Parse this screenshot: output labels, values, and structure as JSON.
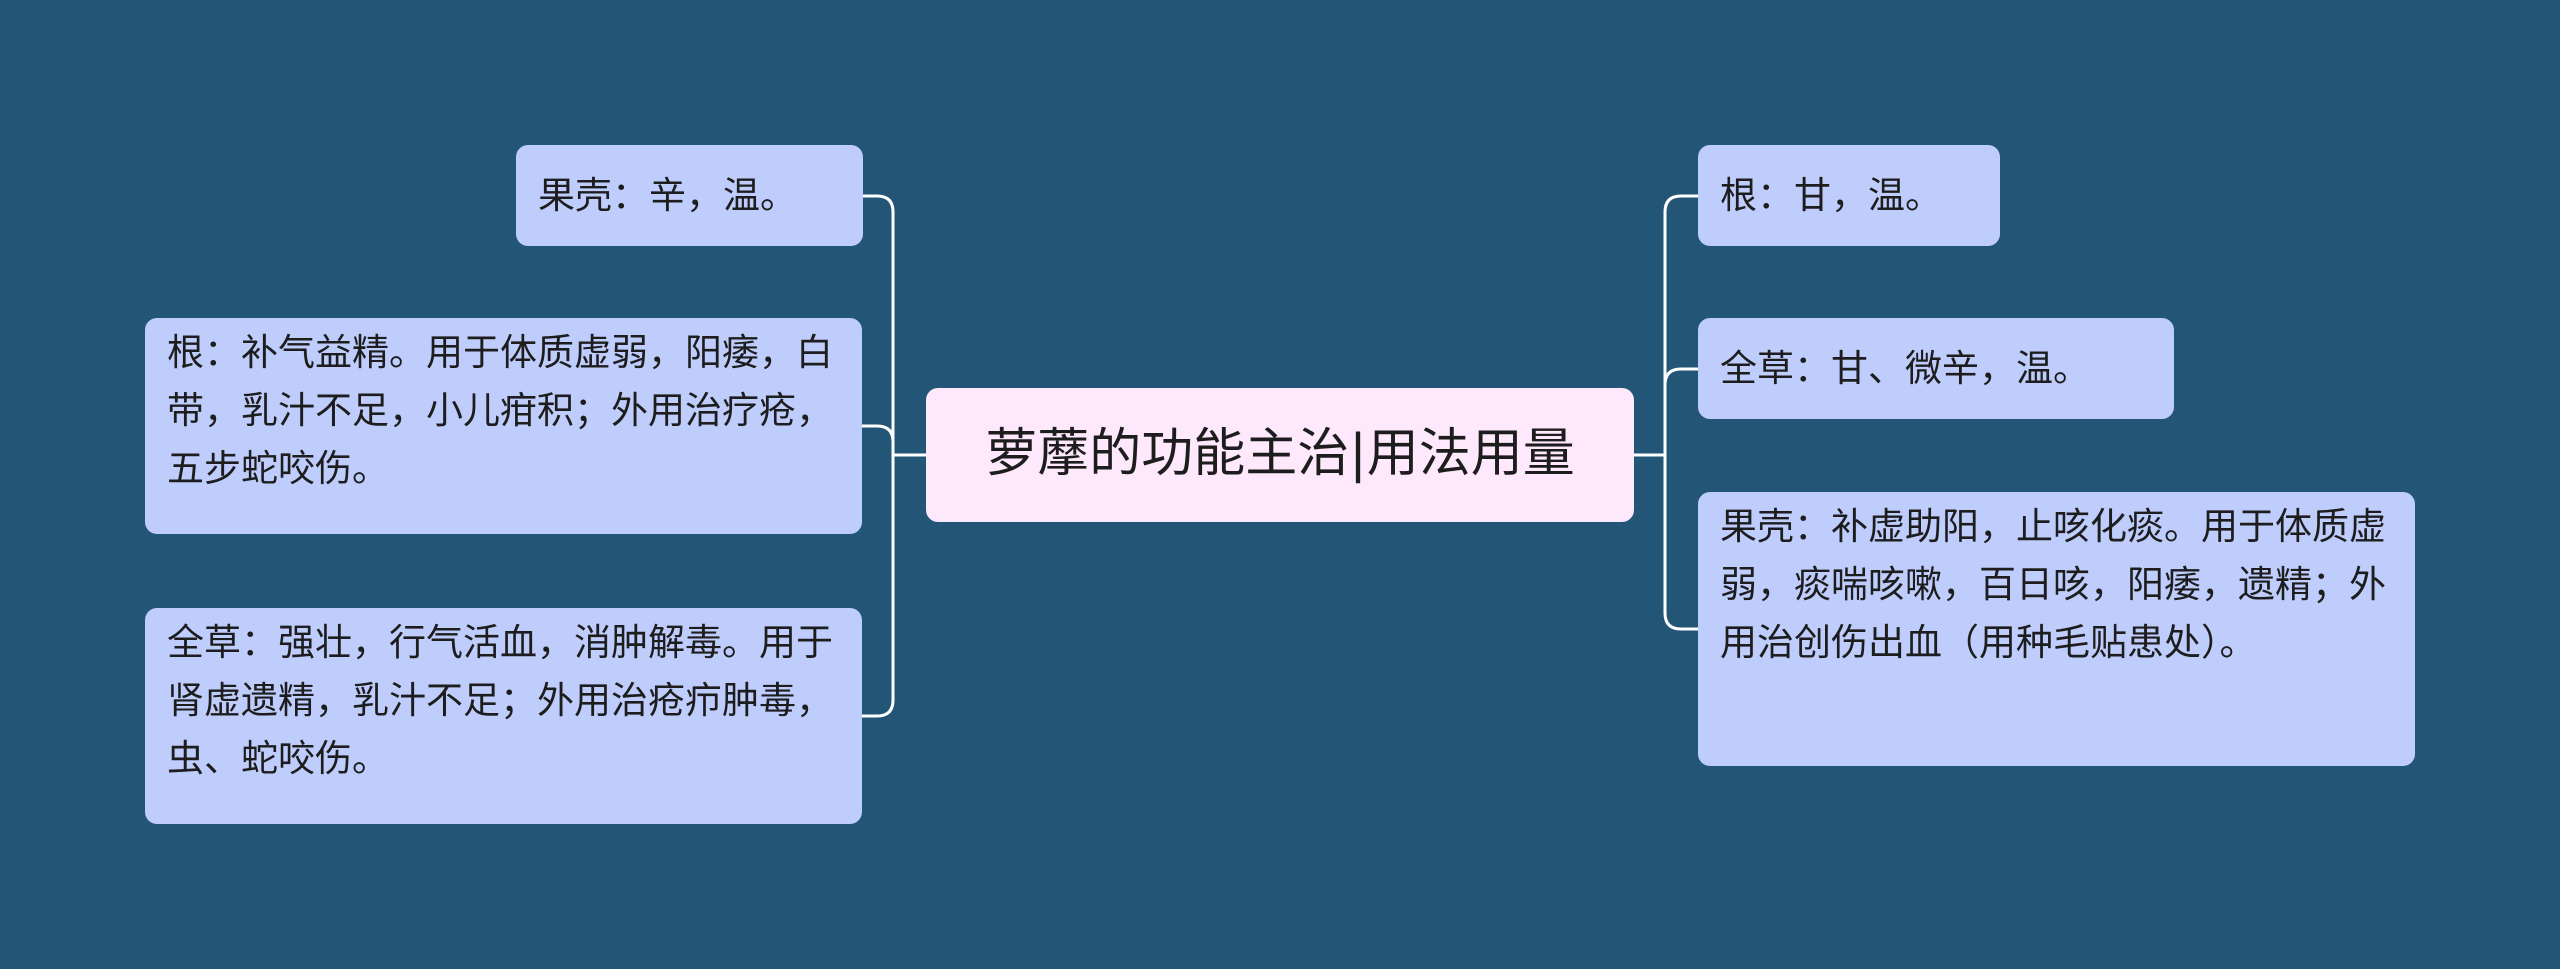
{
  "map": {
    "central_topic": "萝藦的功能主治|用法用量",
    "left_branches": [
      {
        "text": "果壳：辛，温。"
      },
      {
        "text": "根：补气益精。用于体质虚弱，阳痿，白带，乳汁不足，小儿疳积；外用治疗疮，五步蛇咬伤。"
      },
      {
        "text": "全草：强壮，行气活血，消肿解毒。用于肾虚遗精，乳汁不足；外用治疮疖肿毒，虫、蛇咬伤。"
      }
    ],
    "right_branches": [
      {
        "text": "根：甘，温。"
      },
      {
        "text": "全草：甘、微辛，温。"
      },
      {
        "text": "果壳：补虚助阳，止咳化痰。用于体质虚弱，痰喘咳嗽，百日咳，阳痿，遗精；外用治创伤出血（用种毛贴患处）。"
      }
    ]
  },
  "colors": {
    "background": "#235577",
    "node_fill": "#bfcdfd",
    "center_fill": "#fde8fc",
    "connector": "#ffffff",
    "text": "#1d1d1d"
  }
}
